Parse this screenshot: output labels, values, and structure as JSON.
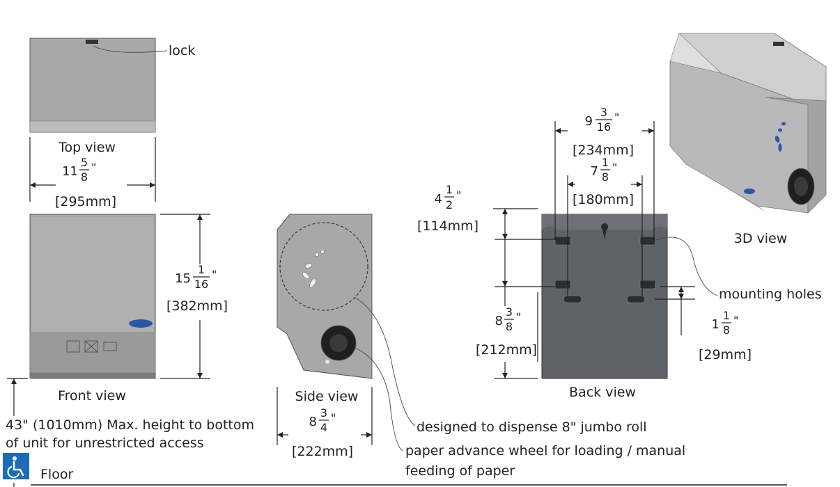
{
  "colors": {
    "panel_gray": "#a8a8a8",
    "panel_dark": "#8e8e8e",
    "back_plate": "#5f6268",
    "logo_blue": "#2c57a8",
    "access_icon_bg": "#1b6cb5"
  },
  "views": {
    "top": {
      "label": "Top view",
      "lock_label": "lock"
    },
    "front": {
      "label": "Front view"
    },
    "side": {
      "label": "Side view"
    },
    "back": {
      "label": "Back view"
    },
    "three_d": {
      "label": "3D view"
    }
  },
  "dims": {
    "width_whole": "11",
    "width_num": "5",
    "width_den": "8",
    "width_mm": "[295mm]",
    "height_whole": "15",
    "height_num": "1",
    "height_den": "16",
    "height_mm": "[382mm]",
    "depth_whole": "8",
    "depth_num": "3",
    "depth_den": "4",
    "depth_mm": "[222mm]",
    "outer_holes_whole": "9",
    "outer_holes_num": "3",
    "outer_holes_den": "16",
    "outer_holes_mm": "[234mm]",
    "inner_holes_whole": "7",
    "inner_holes_num": "1",
    "inner_holes_den": "8",
    "inner_holes_mm": "[180mm]",
    "top_offset_whole": "4",
    "top_offset_num": "1",
    "top_offset_den": "2",
    "top_offset_mm": "[114mm]",
    "lower_offset_whole": "8",
    "lower_offset_num": "3",
    "lower_offset_den": "8",
    "lower_offset_mm": "[212mm]",
    "slot_whole": "1",
    "slot_num": "1",
    "slot_den": "8",
    "slot_mm": "[29mm]",
    "inch_mark": "\""
  },
  "callouts": {
    "mounting_holes": "mounting holes",
    "jumbo_roll": "designed to dispense 8\" jumbo roll",
    "wheel_line1": "paper advance wheel for loading / manual",
    "wheel_line2": "feeding of paper"
  },
  "floor": {
    "height_line1": "43\" (1010mm) Max. height to bottom",
    "height_line2": "of unit for unrestricted access",
    "floor_label": "Floor",
    "access_icon": "wheelchair-accessibility-icon"
  }
}
